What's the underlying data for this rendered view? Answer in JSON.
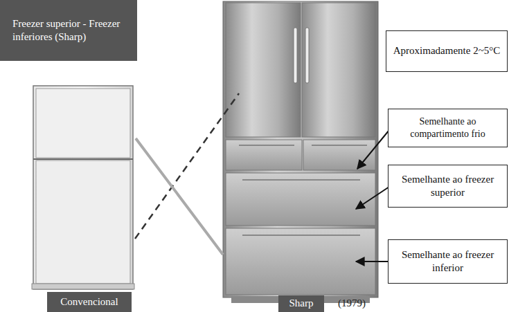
{
  "diagram": {
    "nodes": [
      {
        "text": [
          "Freezer superior - Freezer inferiores (Sharp)"
        ]
      },
      {
        "text": [
          "Aproximadamente 2~5°C"
        ]
      },
      {
        "text": [
          "Semelhante ao compartimento frio"
        ]
      },
      {
        "text": [
          "Semelhante ao freezer superior"
        ]
      },
      {
        "text": [
          "Semelhante ao freezer inferior"
        ]
      },
      {
        "text": [
          "Convencional"
        ]
      },
      {
        "text": [
          "Sharp"
        ]
      }
    ],
    "labels": [
      "(1979)"
    ]
  }
}
